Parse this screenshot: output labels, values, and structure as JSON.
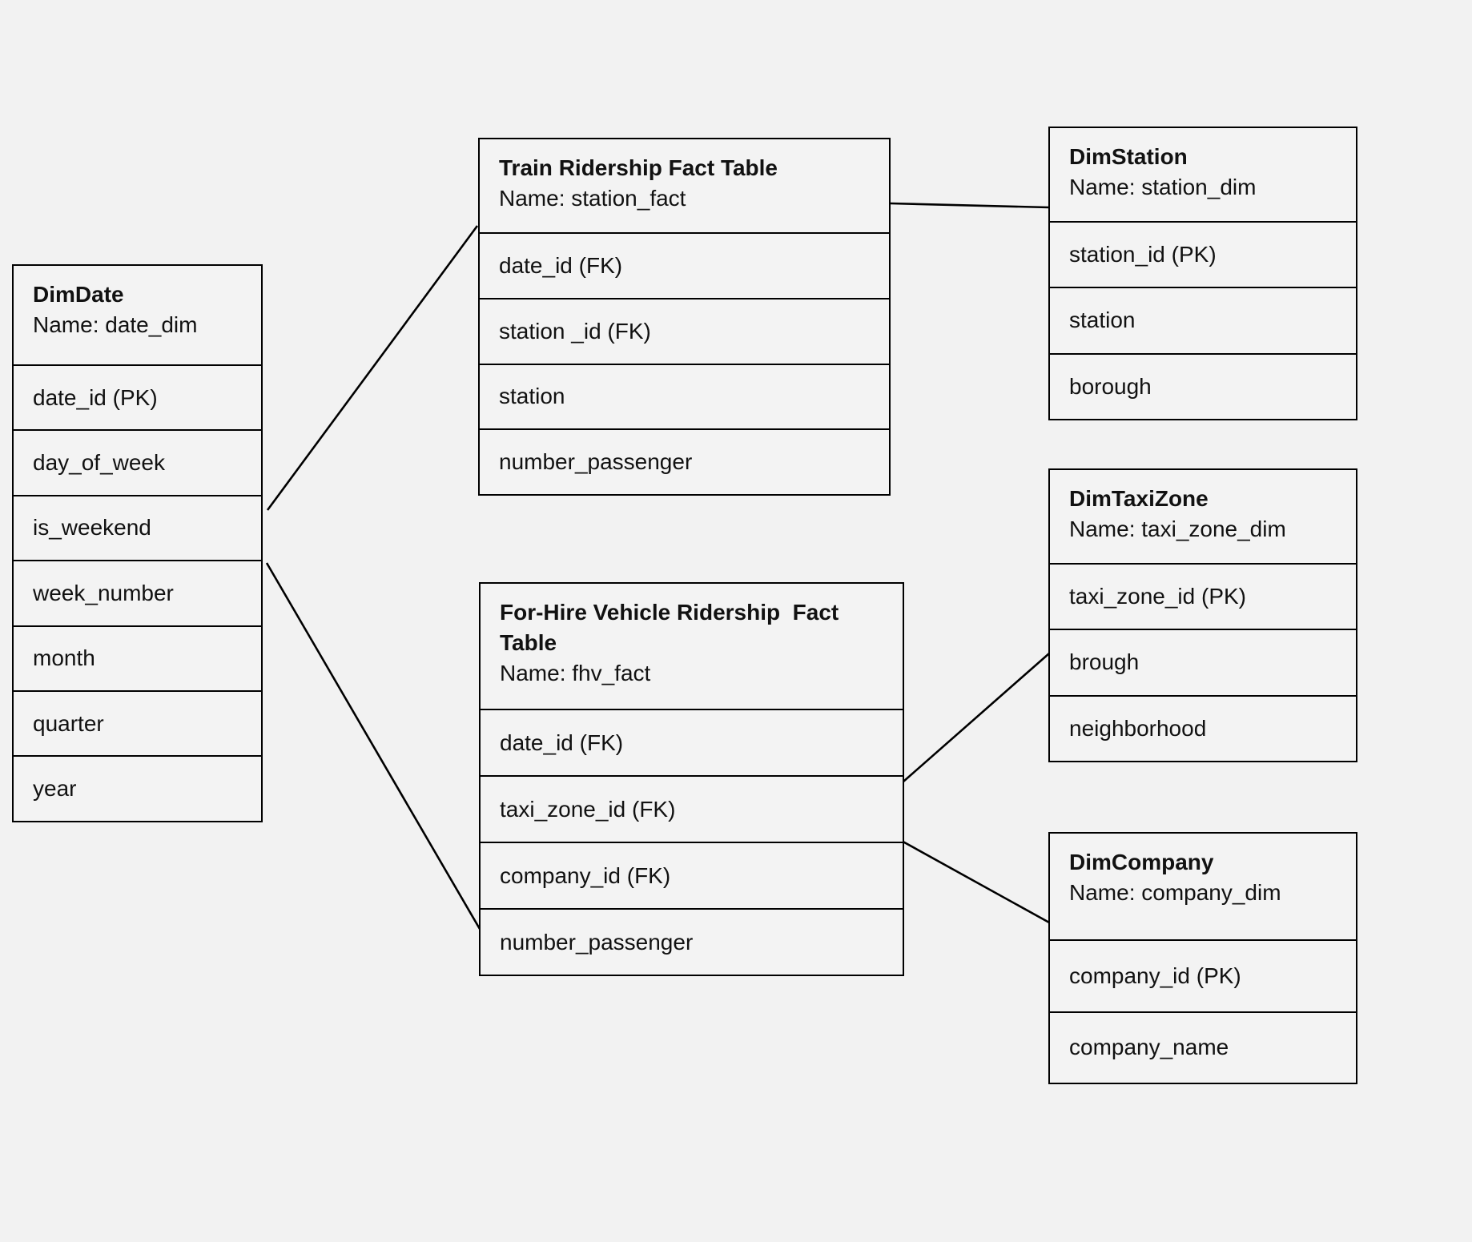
{
  "diagram": {
    "background_color": "#f2f2f2",
    "box_fill_color": "#f3f3f3",
    "line_color": "#000000",
    "tables": {
      "date_dim": {
        "title": "DimDate",
        "subtitle": "Name: date_dim",
        "fields": [
          "date_id (PK)",
          "day_of_week",
          "is_weekend",
          "week_number",
          "month",
          "quarter",
          "year"
        ]
      },
      "station_fact": {
        "title": "Train Ridership Fact Table",
        "subtitle": "Name: station_fact",
        "fields": [
          "date_id (FK)",
          "station _id (FK)",
          "station",
          "number_passenger"
        ]
      },
      "station_dim": {
        "title": "DimStation",
        "subtitle": "Name: station_dim",
        "fields": [
          "station_id (PK)",
          "station",
          "borough"
        ]
      },
      "fhv_fact": {
        "title": "For-Hire Vehicle Ridership  Fact Table",
        "subtitle": "Name: fhv_fact",
        "fields": [
          "date_id (FK)",
          "taxi_zone_id (FK)",
          "company_id (FK)",
          "number_passenger"
        ]
      },
      "taxi_zone_dim": {
        "title": "DimTaxiZone",
        "subtitle": "Name: taxi_zone_dim",
        "fields": [
          "taxi_zone_id (PK)",
          "brough",
          "neighborhood"
        ]
      },
      "company_dim": {
        "title": "DimCompany",
        "subtitle": "Name: company_dim",
        "fields": [
          "company_id (PK)",
          "company_name"
        ]
      }
    },
    "connections": [
      {
        "from": "date_dim",
        "to": "station_fact"
      },
      {
        "from": "date_dim",
        "to": "fhv_fact"
      },
      {
        "from": "station_fact",
        "to": "station_dim"
      },
      {
        "from": "fhv_fact",
        "to": "taxi_zone_dim"
      },
      {
        "from": "fhv_fact",
        "to": "company_dim"
      }
    ]
  }
}
